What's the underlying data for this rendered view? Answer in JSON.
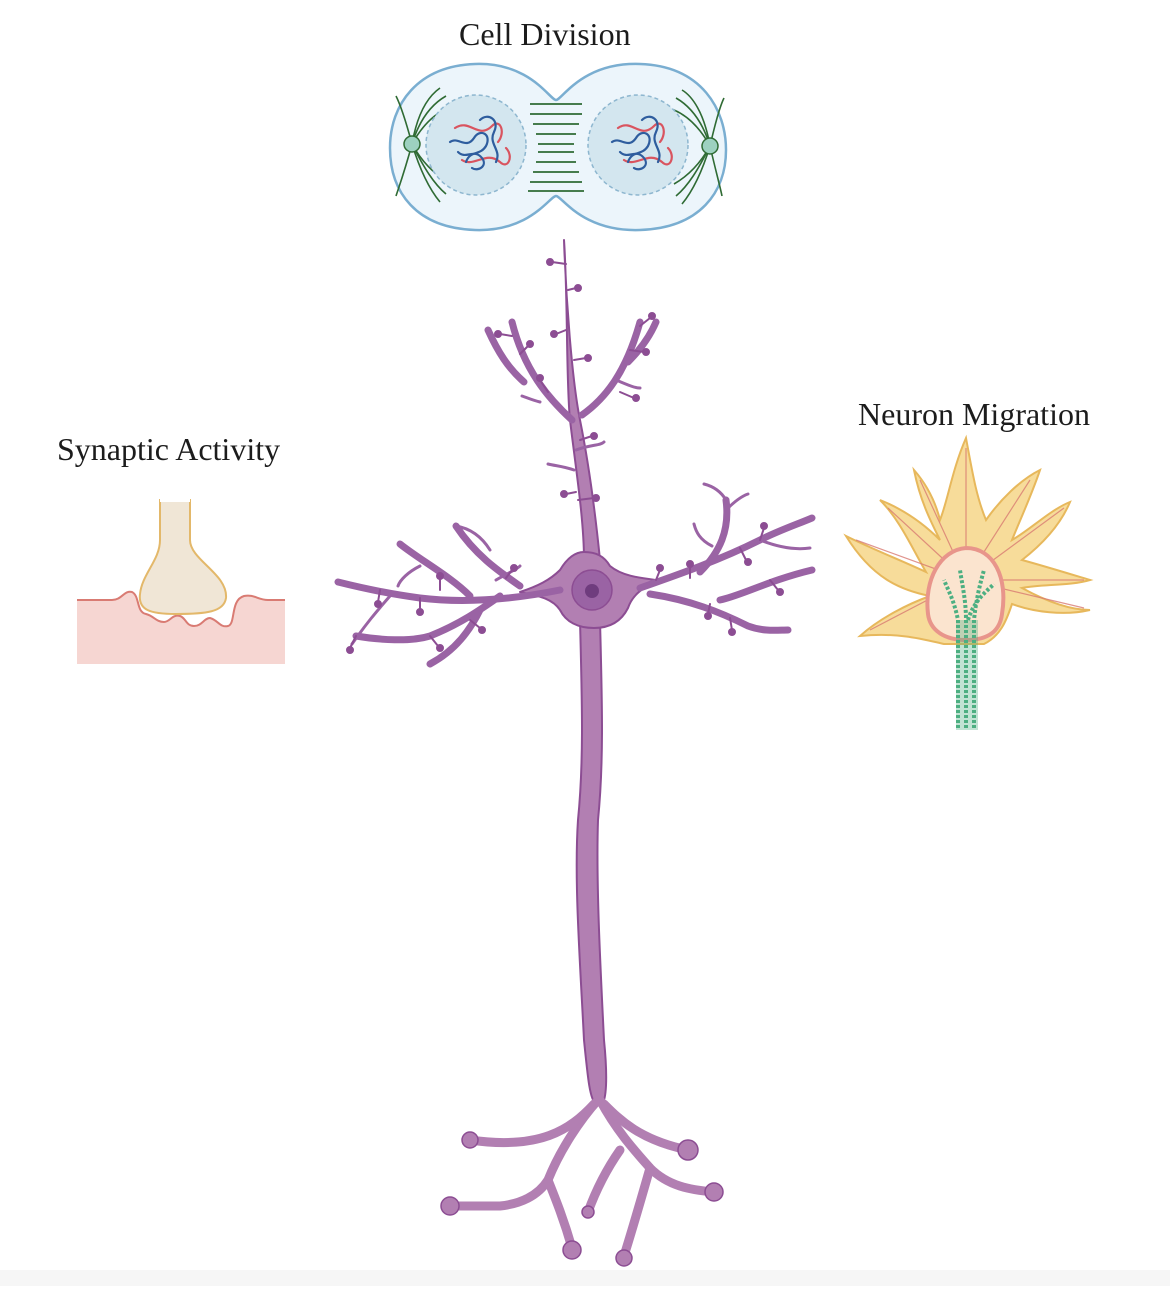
{
  "labels": {
    "cell_division": "Cell Division",
    "synaptic_activity": "Synaptic Activity",
    "neuron_migration": "Neuron Migration"
  },
  "colors": {
    "neuron_fill": "#b27fb2",
    "neuron_stroke": "#8c4d93",
    "nucleus": "#9a63a4",
    "nucleolus": "#6f3c7e",
    "cell_membrane": "#7aaed1",
    "cell_fill": "#ecf5fb",
    "nucleus_fill": "#d3e6ef",
    "spindle": "#2f6b34",
    "chromosome_blue": "#2e5d9e",
    "chromosome_red": "#d9545f",
    "synapse_terminal": "#f0e6d6",
    "synapse_outline": "#e3b86a",
    "synapse_post": "#f6d6d2",
    "synapse_post_line": "#d97b73",
    "growth_cone": "#f7dc9a",
    "growth_cone_line": "#e7b85c",
    "microtubule": "#4caf82"
  }
}
